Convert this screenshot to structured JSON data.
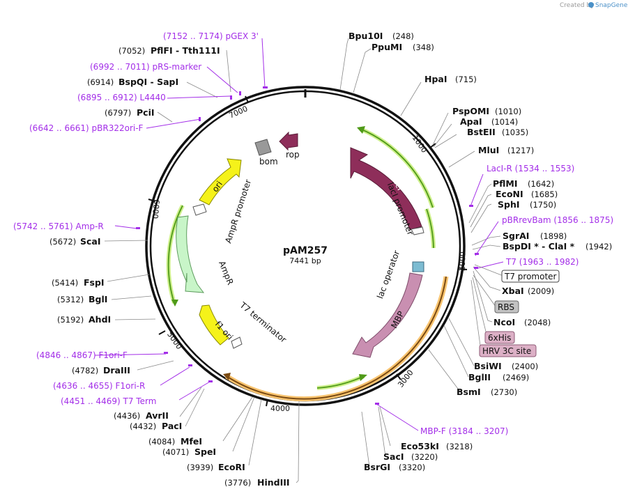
{
  "plasmid": {
    "name": "pAM257",
    "length": "7441 bp"
  },
  "credit": {
    "prefix": "Created by",
    "brand": "SnapGene"
  },
  "ticks": [
    "1000",
    "2000",
    "3000",
    "4000",
    "5000",
    "6000",
    "7000"
  ],
  "enzymes": [
    {
      "name": "Bpu10I",
      "pos": "(248)"
    },
    {
      "name": "PpuMI",
      "pos": "(348)"
    },
    {
      "name": "HpaI",
      "pos": "(715)"
    },
    {
      "name": "PspOMI",
      "pos": "(1010)"
    },
    {
      "name": "ApaI",
      "pos": "(1014)"
    },
    {
      "name": "BstEII",
      "pos": "(1035)"
    },
    {
      "name": "MluI",
      "pos": "(1217)"
    },
    {
      "name": "PflMI",
      "pos": "(1642)"
    },
    {
      "name": "EcoNI",
      "pos": "(1685)"
    },
    {
      "name": "SphI",
      "pos": "(1750)"
    },
    {
      "name": "SgrAI",
      "pos": "(1898)"
    },
    {
      "name": "BspDI * - ClaI *",
      "pos": "(1942)"
    },
    {
      "name": "XbaI",
      "pos": "(2009)"
    },
    {
      "name": "NcoI",
      "pos": "(2048)"
    },
    {
      "name": "BsiWI",
      "pos": "(2400)"
    },
    {
      "name": "BglII",
      "pos": "(2469)"
    },
    {
      "name": "BsmI",
      "pos": "(2730)"
    },
    {
      "name": "Eco53kI",
      "pos": "(3218)"
    },
    {
      "name": "SacI",
      "pos": "(3220)"
    },
    {
      "name": "BsrGI",
      "pos": "(3320)"
    },
    {
      "name": "HindIII",
      "pos": "(3776)"
    },
    {
      "name": "EcoRI",
      "pos": "(3939)"
    },
    {
      "name": "SpeI",
      "pos": "(4071)"
    },
    {
      "name": "MfeI",
      "pos": "(4084)"
    },
    {
      "name": "PacI",
      "pos": "(4432)"
    },
    {
      "name": "AvrII",
      "pos": "(4436)"
    },
    {
      "name": "DraIII",
      "pos": "(4782)"
    },
    {
      "name": "AhdI",
      "pos": "(5192)"
    },
    {
      "name": "BglI",
      "pos": "(5312)"
    },
    {
      "name": "FspI",
      "pos": "(5414)"
    },
    {
      "name": "ScaI",
      "pos": "(5672)"
    },
    {
      "name": "PciI",
      "pos": "(6797)"
    },
    {
      "name": "BspQI - SapI",
      "pos": "(6914)"
    },
    {
      "name": "PflFI - Tth111I",
      "pos": "(7052)"
    }
  ],
  "primers": [
    {
      "label": "(7152 .. 7174)  pGEX 3'"
    },
    {
      "label": "(6992 .. 7011)  pRS-marker"
    },
    {
      "label": "(6895 .. 6912)  L4440"
    },
    {
      "label": "(6642 .. 6661)  pBR322ori-F"
    },
    {
      "label": "LacI-R   (1534 .. 1553)"
    },
    {
      "label": "pBRrevBam   (1856 .. 1875)"
    },
    {
      "label": "T7   (1963 .. 1982)"
    },
    {
      "label": "(5742 .. 5761)  Amp-R"
    },
    {
      "label": "(4846 .. 4867)  F1ori-F"
    },
    {
      "label": "(4636 .. 4655)  F1ori-R"
    },
    {
      "label": "(4451 .. 4469)  T7 Term"
    },
    {
      "label": "MBP-F   (3184 .. 3207)"
    }
  ],
  "feature_boxes": [
    {
      "label": "T7 promoter"
    },
    {
      "label": "RBS"
    },
    {
      "label": "6xHis"
    },
    {
      "label": "HRV 3C site"
    }
  ],
  "features": {
    "lacI": "lacI",
    "lacI_promoter": "lacI promoter",
    "lac_operator": "lac operator",
    "MBP": "MBP",
    "T7_terminator": "T7 terminator",
    "f1_ori": "f1 ori",
    "AmpR": "AmpR",
    "AmpR_promoter": "AmpR promoter",
    "ori": "ori",
    "bom": "bom",
    "rop": "rop"
  },
  "colors": {
    "backbone": "#111111",
    "primer": "#a32ee8",
    "lacI": "#8e2e5a",
    "MBP": "#c98fb1",
    "AmpR": "#c8f5c8",
    "ori_f1ori": "#f5f21a",
    "bom": "#999999",
    "orf_arc": "#4f9a18",
    "orf_glow": "#cdef8a",
    "mbp_orf_arc": "#7a4a12",
    "mbp_orf_glow": "#f8c470",
    "lac_operator": "#7dbcd2"
  }
}
